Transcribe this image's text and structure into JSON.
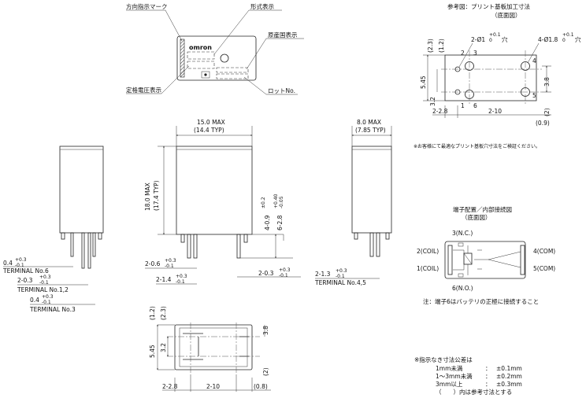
{
  "top_view": {
    "brand": "omron",
    "label_direction": "方向指示マーク",
    "label_model": "形式表示",
    "label_origin": "原産国表示",
    "label_voltage": "定格電圧表示",
    "label_lot": "ロットNo."
  },
  "front_view": {
    "width_max": "15.0 MAX",
    "width_typ": "(14.4 TYP)",
    "height_max": "18.0 MAX",
    "height_typ": "(17.4 TYP)",
    "pin_len": "4-0.9",
    "pin_len_tol_top": "±0.2",
    "pin_len_tol_bot": "",
    "pin_len2": "6-2.8",
    "pin_len2_tol_top": "+0.40",
    "pin_len2_tol_bot": "-0.05",
    "dim_a": "2-0.6",
    "dim_a_tol_top": "+0.3",
    "dim_a_tol_bot": "-0.1",
    "dim_b": "2-1.4",
    "dim_b_tol_top": "+0.3",
    "dim_b_tol_bot": "-0.1",
    "dim_c": "2-0.3",
    "dim_c_tol_top": "+0.3",
    "dim_c_tol_bot": "-0.1"
  },
  "left_view": {
    "dim1": "0.4",
    "dim1_tol_top": "+0.3",
    "dim1_tol_bot": "-0.1",
    "term6": "TERMINAL No.6",
    "dim2": "2-0.3",
    "dim2_tol_top": "+0.3",
    "dim2_tol_bot": "-0.1",
    "term12": "TERMINAL No.1,2",
    "dim3": "0.4",
    "dim3_tol_top": "+0.3",
    "dim3_tol_bot": "-0.1",
    "term3": "TERMINAL No.3"
  },
  "side_view": {
    "width_max": "8.0 MAX",
    "width_typ": "(7.85 TYP)",
    "dim": "2-1.3",
    "dim_tol_top": "+0.3",
    "dim_tol_bot": "-0.1",
    "term45": "TERMINAL No.4,5"
  },
  "bottom_view": {
    "d12": "(1.2)",
    "d23": "(2.3)",
    "d38": "3.8",
    "d545": "5.45",
    "d32": "3.2",
    "d2": "(2)",
    "d228": "2-2.8",
    "d210": "2-10",
    "d08": "(0.8)"
  },
  "pcb_ref": {
    "title": "参考図：プリント基板加工寸法",
    "subtitle": "（底面図）",
    "hole1": "2-Ø1",
    "hole1_tol_top": "+0.1",
    "hole1_tol_bot": "0",
    "hole1_suffix": "穴",
    "hole2": "4-Ø1.8",
    "hole2_tol_top": "+0.1",
    "hole2_tol_bot": "0",
    "hole2_suffix": "穴",
    "d23": "(2.3)",
    "d12": "(1.2)",
    "d545": "5.45",
    "d32": "3.2",
    "d38": "3.8",
    "d2": "(2)",
    "d228": "2-2.8",
    "d210": "2-10",
    "d09": "(0.9)",
    "p1": "1",
    "p2": "2",
    "p3": "3",
    "p4": "4",
    "p5": "5",
    "p6": "6",
    "note": "※お客様にて最適なプリント基板穴寸法をご検証ください。"
  },
  "terminal_diagram": {
    "title": "端子配置／内部接続図",
    "subtitle": "（底面図）",
    "t3": "3(N.C.)",
    "t2": "2(COIL)",
    "t1": "1(COIL)",
    "t6": "6(N.O.)",
    "t4": "4(COM)",
    "t5": "5(COM)",
    "note": "注：端子6はバッテリの正極に接続すること"
  },
  "tolerance": {
    "title": "※指示なき寸法公差は",
    "row1_l": "1mm未満",
    "row1_sep": "：",
    "row1_r": "±0.1mm",
    "row2_l": "1～3mm未満",
    "row2_sep": "：",
    "row2_r": "±0.2mm",
    "row3_l": "3mm以上",
    "row3_sep": "：",
    "row3_r": "±0.3mm",
    "row4": "（　　）内は参考寸法とする"
  }
}
